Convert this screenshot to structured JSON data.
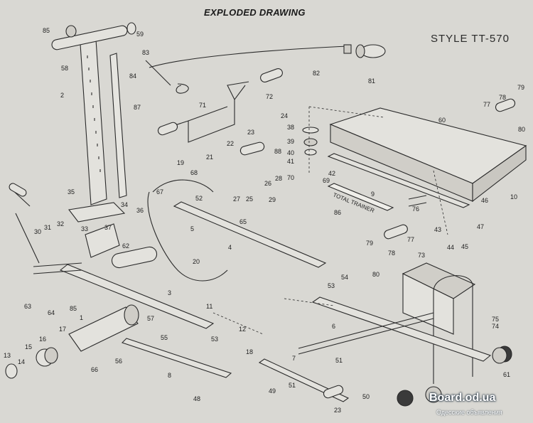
{
  "title": "EXPLODED DRAWING",
  "style_label": "STYLE TT-570",
  "decal_text": "TOTAL TRAINER",
  "watermark": {
    "site": "Board.od.ua",
    "tagline": "Одесские объявления"
  },
  "parts": [
    {
      "n": "85"
    },
    {
      "n": "59"
    },
    {
      "n": "58"
    },
    {
      "n": "83"
    },
    {
      "n": "84"
    },
    {
      "n": "82"
    },
    {
      "n": "81"
    },
    {
      "n": "2"
    },
    {
      "n": "87"
    },
    {
      "n": "72"
    },
    {
      "n": "71"
    },
    {
      "n": "24"
    },
    {
      "n": "38"
    },
    {
      "n": "39"
    },
    {
      "n": "40"
    },
    {
      "n": "60"
    },
    {
      "n": "77"
    },
    {
      "n": "78"
    },
    {
      "n": "79"
    },
    {
      "n": "80"
    },
    {
      "n": "23"
    },
    {
      "n": "22"
    },
    {
      "n": "88"
    },
    {
      "n": "41"
    },
    {
      "n": "42"
    },
    {
      "n": "70"
    },
    {
      "n": "69"
    },
    {
      "n": "21"
    },
    {
      "n": "68"
    },
    {
      "n": "19"
    },
    {
      "n": "26"
    },
    {
      "n": "28"
    },
    {
      "n": "27"
    },
    {
      "n": "25"
    },
    {
      "n": "29"
    },
    {
      "n": "9"
    },
    {
      "n": "10"
    },
    {
      "n": "67"
    },
    {
      "n": "52"
    },
    {
      "n": "86"
    },
    {
      "n": "76"
    },
    {
      "n": "46"
    },
    {
      "n": "35"
    },
    {
      "n": "34"
    },
    {
      "n": "36"
    },
    {
      "n": "65"
    },
    {
      "n": "43"
    },
    {
      "n": "47"
    },
    {
      "n": "30"
    },
    {
      "n": "31"
    },
    {
      "n": "32"
    },
    {
      "n": "33"
    },
    {
      "n": "37"
    },
    {
      "n": "5"
    },
    {
      "n": "4"
    },
    {
      "n": "62"
    },
    {
      "n": "45"
    },
    {
      "n": "44"
    },
    {
      "n": "73"
    },
    {
      "n": "20"
    },
    {
      "n": "54"
    },
    {
      "n": "53"
    },
    {
      "n": "63"
    },
    {
      "n": "64"
    },
    {
      "n": "85"
    },
    {
      "n": "3"
    },
    {
      "n": "11"
    },
    {
      "n": "75"
    },
    {
      "n": "74"
    },
    {
      "n": "1"
    },
    {
      "n": "57"
    },
    {
      "n": "55"
    },
    {
      "n": "12"
    },
    {
      "n": "6"
    },
    {
      "n": "17"
    },
    {
      "n": "16"
    },
    {
      "n": "15"
    },
    {
      "n": "14"
    },
    {
      "n": "13"
    },
    {
      "n": "66"
    },
    {
      "n": "56"
    },
    {
      "n": "53"
    },
    {
      "n": "18"
    },
    {
      "n": "8"
    },
    {
      "n": "61"
    },
    {
      "n": "7"
    },
    {
      "n": "51"
    },
    {
      "n": "48"
    },
    {
      "n": "51"
    },
    {
      "n": "49"
    },
    {
      "n": "50"
    },
    {
      "n": "23"
    },
    {
      "n": "78"
    },
    {
      "n": "77"
    },
    {
      "n": "80"
    },
    {
      "n": "79"
    }
  ]
}
